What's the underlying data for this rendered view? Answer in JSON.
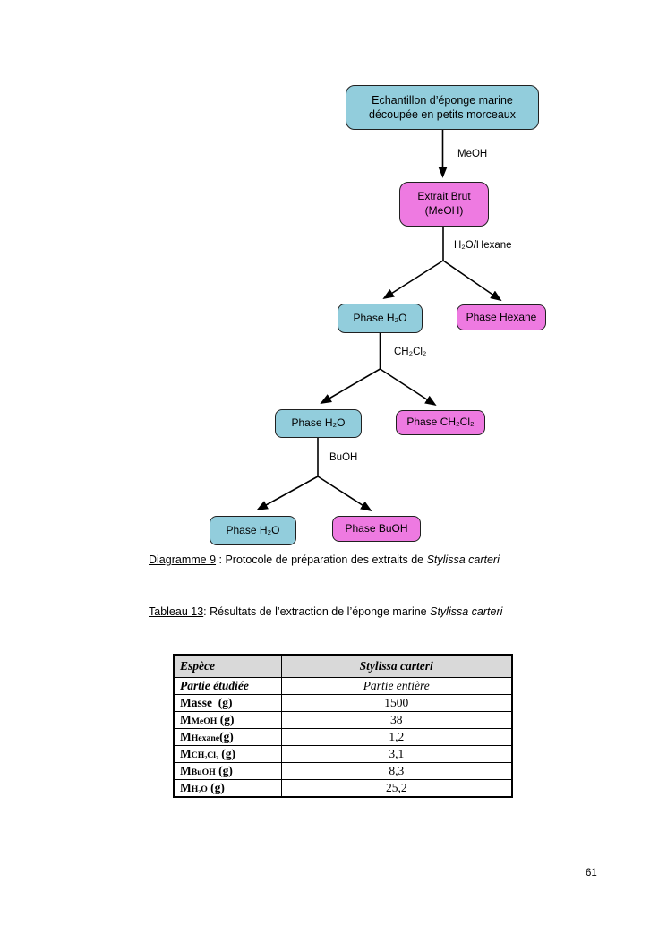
{
  "page_number": "61",
  "flowchart": {
    "colors": {
      "blue_fill": "#92CDDC",
      "pink_fill": "#EE7AE1",
      "box_border": "#202020",
      "arrow": "#000000"
    },
    "boxes": {
      "echantillon": {
        "line1": "Echantillon d’éponge marine",
        "line2": "découpée en petits morceaux"
      },
      "extrait_brut": {
        "line1": "Extrait Brut",
        "line2": "(MeOH)"
      },
      "phase_h2o_1": {
        "text": "Phase H₂O"
      },
      "phase_hexane": {
        "text": "Phase Hexane"
      },
      "phase_h2o_2": {
        "text": "Phase H₂O"
      },
      "phase_ch2cl2": {
        "text": "Phase CH₂Cl₂"
      },
      "phase_h2o_3": {
        "text": "Phase H₂O"
      },
      "phase_buoh": {
        "text": "Phase BuOH"
      }
    },
    "arrow_labels": {
      "meoh": "MeOH",
      "h2o_hexane": "H₂O/Hexane",
      "ch2cl2": "CH₂Cl₂",
      "buoh": "BuOH"
    }
  },
  "diagram_caption": {
    "label": "Diagramme 9",
    "separator": " : ",
    "text": "Protocole de préparation des extraits de ",
    "species": "Stylissa carteri"
  },
  "table_caption": {
    "label": "Tableau 13",
    "separator": ": ",
    "text": "Résultats de l’extraction de l’éponge marine ",
    "species": "Stylissa carteri"
  },
  "table": {
    "header": {
      "col1": "Espèce",
      "col2": "Stylissa carteri"
    },
    "rows": [
      {
        "label_main": "Partie étudiée",
        "label_sub": "",
        "label_suffix": "",
        "value": "Partie entière"
      },
      {
        "label_main": "Masse  (g)",
        "label_sub": "",
        "label_suffix": "",
        "value": "1500"
      },
      {
        "label_main": "M",
        "label_sub": "MeOH",
        "label_suffix": " (g)",
        "value": "38"
      },
      {
        "label_main": "M",
        "label_sub": "Hexane",
        "label_suffix": "(g)",
        "value": "1,2"
      },
      {
        "label_main": "M",
        "label_sub": "CH₂Cl₂",
        "label_suffix": " (g)",
        "value": "3,1"
      },
      {
        "label_main": "M",
        "label_sub": "BuOH",
        "label_suffix": " (g)",
        "value": "8,3"
      },
      {
        "label_main": "M",
        "label_sub": "H₂O",
        "label_suffix": " (g)",
        "value": "25,2"
      }
    ]
  }
}
